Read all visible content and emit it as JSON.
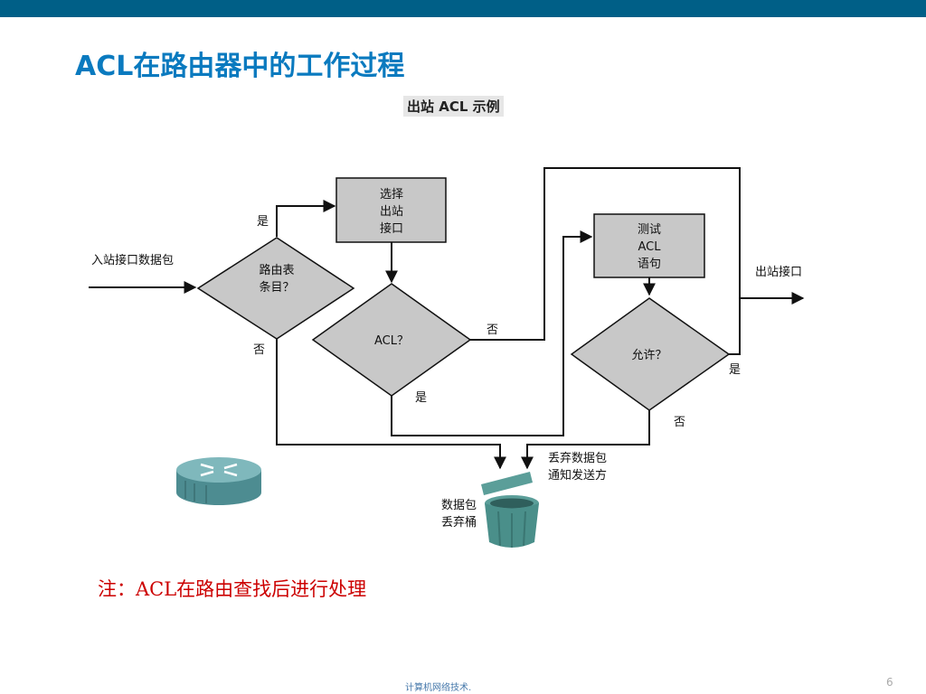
{
  "slide": {
    "title": "ACL在路由器中的工作过程",
    "caption": "出站 ACL 示例",
    "note": "注：ACL在路由查找后进行处理",
    "footer": "计算机网络技术.",
    "page_number": "6"
  },
  "colors": {
    "top_bar": "#005f87",
    "title": "#0a7abf",
    "node_fill": "#c8c8c8",
    "note": "#cc0000",
    "bin": "#4a8f8a",
    "router": "#5a9aa0"
  },
  "diagram": {
    "nodes": {
      "route_entry": {
        "lines": [
          "路由表",
          "条目？"
        ]
      },
      "select_interface": {
        "lines": [
          "选择",
          "出站",
          "接口"
        ]
      },
      "acl_check": {
        "lines": [
          "ACL？"
        ]
      },
      "test_acl": {
        "lines": [
          "测试",
          "ACL",
          "语句"
        ]
      },
      "permit_check": {
        "lines": [
          "允许？"
        ]
      }
    },
    "labels": {
      "inbound_packet": "入站接口数据包",
      "outbound_interface": "出站接口",
      "route_yes": "是",
      "route_no": "否",
      "acl_no": "否",
      "acl_yes": "是",
      "permit_yes": "是",
      "permit_no": "否",
      "discard_notify": [
        "丢弃数据包",
        "通知发送方"
      ],
      "packet_bin": [
        "数据包",
        "丢弃桶"
      ]
    },
    "icons": {
      "router": "router-icon",
      "bin": "trash-bin-icon"
    }
  }
}
